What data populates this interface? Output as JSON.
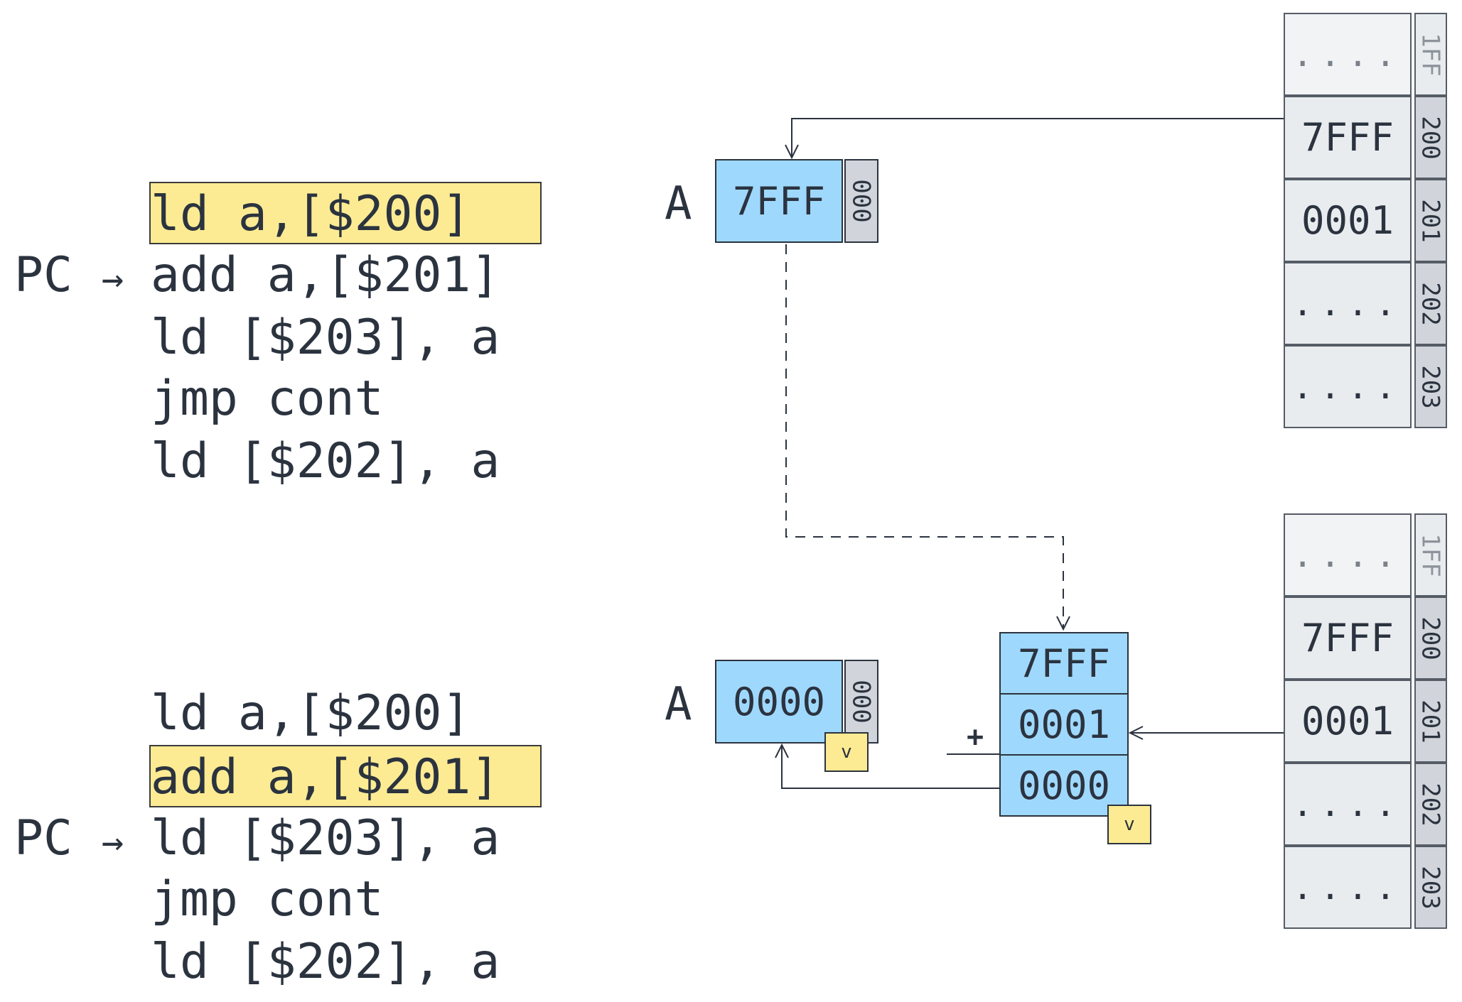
{
  "before": {
    "program": [
      "ld a,[$200]",
      "add a,[$201]",
      "ld [$203], a",
      "jmp cont",
      "ld [$202], a"
    ],
    "highlighted_line": 0,
    "pc_line": 1,
    "pc_label": "PC",
    "register": {
      "name": "A",
      "value": "7FFF",
      "addr": "000"
    },
    "memory": [
      {
        "addr": "1FF",
        "value": "....",
        "dim": true
      },
      {
        "addr": "200",
        "value": "7FFF",
        "dim": false
      },
      {
        "addr": "201",
        "value": "0001",
        "dim": false
      },
      {
        "addr": "202",
        "value": "....",
        "dim": false
      },
      {
        "addr": "203",
        "value": "....",
        "dim": false
      }
    ]
  },
  "after": {
    "program": [
      "ld a,[$200]",
      "add a,[$201]",
      "ld [$203], a",
      "jmp cont",
      "ld [$202], a"
    ],
    "highlighted_line": 1,
    "pc_line": 2,
    "pc_label": "PC",
    "register": {
      "name": "A",
      "value": "0000",
      "addr": "000",
      "flag": "v"
    },
    "alu": {
      "operand1": "7FFF",
      "operand2": "0001",
      "result": "0000",
      "op": "+",
      "flag": "v"
    },
    "memory": [
      {
        "addr": "1FF",
        "value": "....",
        "dim": true
      },
      {
        "addr": "200",
        "value": "7FFF",
        "dim": false
      },
      {
        "addr": "201",
        "value": "0001",
        "dim": false
      },
      {
        "addr": "202",
        "value": "....",
        "dim": false
      },
      {
        "addr": "203",
        "value": "....",
        "dim": false
      }
    ]
  }
}
